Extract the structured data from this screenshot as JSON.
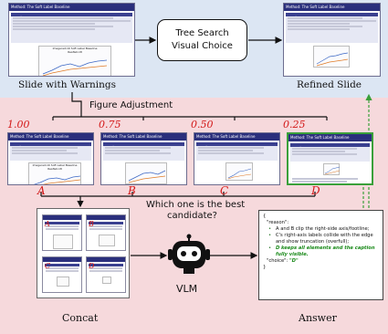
{
  "colors": {
    "top_band": "#dce6f3",
    "bottom_band": "#f6d9dc",
    "slide_header": "#2a2f7c",
    "red_labels": "#d31919",
    "selected_border": "#3aa03a",
    "dashed_arrow": "#3aa03a"
  },
  "slide": {
    "header": "Method: The Soft Label Baseline",
    "block_title": "A Simple but Powerful Baseline",
    "chart_title": "Imagenet-1K Soft Label Baseline",
    "chart_subtitle": "ResNet-18"
  },
  "top": {
    "left_caption": "Slide with Warnings",
    "center_box_line1": "Tree Search",
    "center_box_line2": "Visual Choice",
    "right_caption": "Refined Slide"
  },
  "adjustment": {
    "label": "Figure Adjustment",
    "candidates": [
      {
        "scale": "1.00",
        "letter": "A"
      },
      {
        "scale": "0.75",
        "letter": "B"
      },
      {
        "scale": "0.50",
        "letter": "C"
      },
      {
        "scale": "0.25",
        "letter": "D"
      }
    ]
  },
  "question": {
    "line1": "Which one is the best",
    "line2": "candidate?"
  },
  "vlm_label": "VLM",
  "concat_label": "Concat",
  "answer_label": "Answer",
  "answer": {
    "open_brace": "{",
    "reason_key": "\"reason\":",
    "bullet1": "A and B clip the right-side axis/footline;",
    "bullet2a": "C's right-axis labels collide with the edge",
    "bullet2b": "and show truncation (overfull);",
    "bullet3_prefix": "D",
    "bullet3_green": "keeps all elements and the caption fully visible.",
    "choice_key": "\"choice\":",
    "choice_value": "\"D\"",
    "close_brace": "}"
  }
}
